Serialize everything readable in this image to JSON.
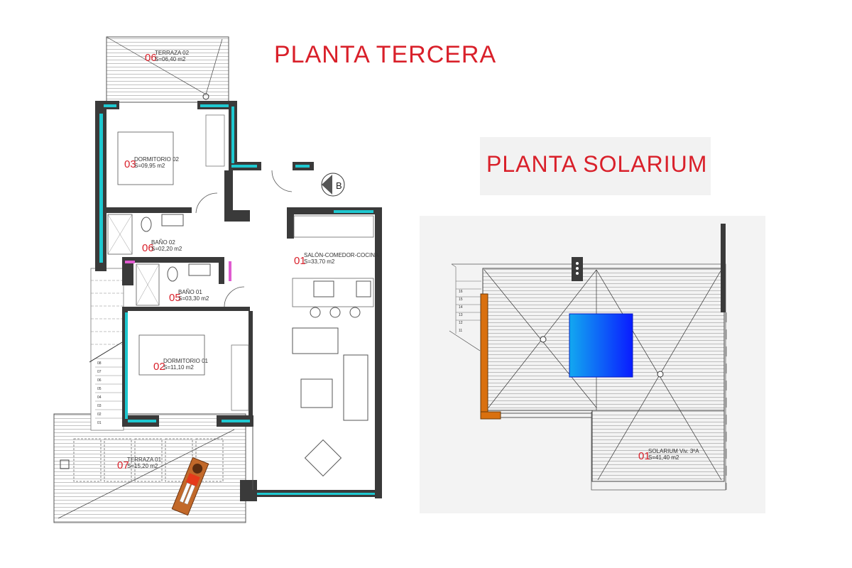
{
  "titles": {
    "floor": "PLANTA TERCERA",
    "solarium": "PLANTA SOLARIUM"
  },
  "compass": "B",
  "rooms": [
    {
      "num": "06",
      "name": "TERRAZA 02",
      "area": "S=06,40 m2"
    },
    {
      "num": "03",
      "name": "DORMITORIO 02",
      "area": "S=09,95 m2"
    },
    {
      "num": "06",
      "name": "BAÑO 02",
      "area": "S=02,20 m2"
    },
    {
      "num": "05",
      "name": "BAÑO 01",
      "area": "S=03,30 m2"
    },
    {
      "num": "01",
      "name": "SALÓN-COMEDOR-COCINA",
      "area": "S=33,70 m2"
    },
    {
      "num": "02",
      "name": "DORMITORIO 01",
      "area": "S=11,10 m2"
    },
    {
      "num": "07",
      "name": "TERRAZA 01",
      "area": "S=15,20 m2"
    }
  ],
  "solarium_room": {
    "num": "01",
    "name": "SOLARIUM Viv. 3ºA",
    "area": "S=41,40 m2"
  },
  "stairs": {
    "lower": [
      "08",
      "07",
      "06",
      "05",
      "04",
      "03",
      "02",
      "01"
    ],
    "upper": [
      "16",
      "15",
      "14",
      "13",
      "12",
      "11"
    ]
  },
  "colors": {
    "title": "#d9202a",
    "wall": "#3a3a3a",
    "insulation": "#1ec8d0",
    "pool": "#0a3cff",
    "parapet": "#d9700f"
  }
}
